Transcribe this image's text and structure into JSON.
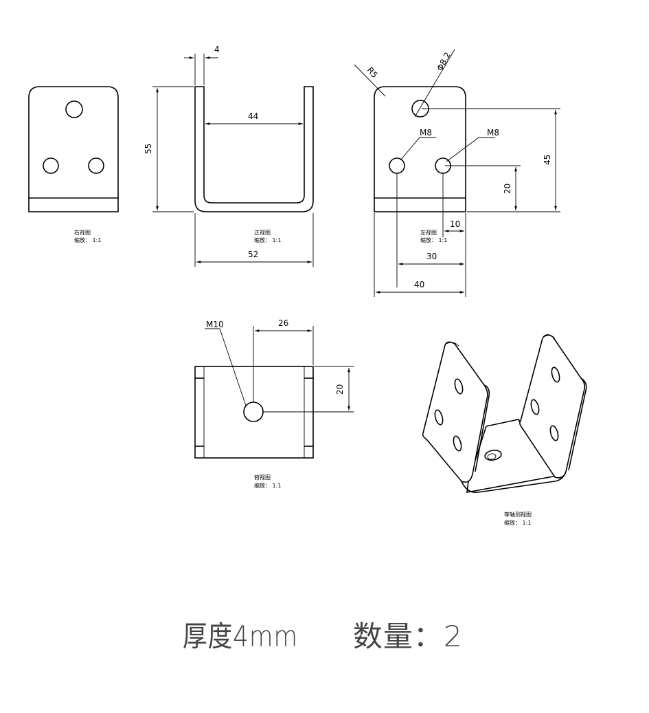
{
  "views": {
    "right": {
      "label": "右视图",
      "scale": "缩放： 1:1"
    },
    "front": {
      "label": "正视图",
      "scale": "缩放： 1:1"
    },
    "left": {
      "label": "左视图",
      "scale": "缩放： 1:1"
    },
    "top": {
      "label": "俯视图",
      "scale": "缩放： 1:1"
    },
    "iso": {
      "label": "等轴测视图",
      "scale": "缩放： 1:1"
    }
  },
  "dimensions": {
    "thickness": "4",
    "inner_width": "44",
    "height": "55",
    "overall_width": "52",
    "radius": "R5",
    "hole_dia": "Φ8.2",
    "thread_left": "M8",
    "thread_right": "M8",
    "hole_height": "45",
    "thread_height": "20",
    "edge_offset": "10",
    "hole_spacing": "30",
    "plate_width": "40",
    "bottom_thread": "M10",
    "bottom_offset_x": "26",
    "bottom_offset_y": "20"
  },
  "notes": {
    "thickness": "厚度4mm",
    "quantity": "数量：2"
  }
}
